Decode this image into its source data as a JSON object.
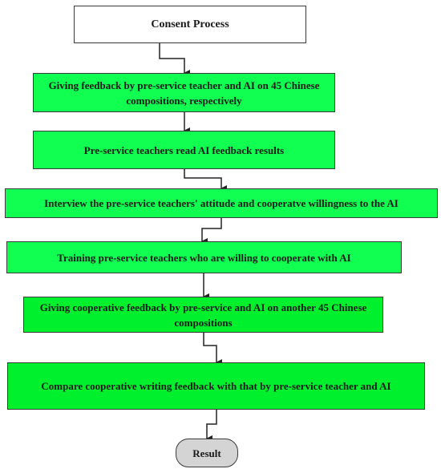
{
  "flowchart": {
    "start": "Consent Process",
    "steps": [
      "Giving feedback by pre-service teacher and AI on 45 Chinese compositions, respectively",
      "Pre-service teachers read AI feedback results",
      "Interview the pre-service teachers' attitude and cooperatve willingness to the AI",
      "Training pre-service teachers who are willing to cooperate with AI",
      "Giving cooperative feedback by pre-service and AI on another 45 Chinese compositions",
      "Compare cooperative writing feedback with that by pre-service teacher and AI"
    ],
    "end": "Result"
  },
  "colors": {
    "box_fill_bright": "#10ff50",
    "box_fill_medium": "#00f02e",
    "start_fill": "#ffffff",
    "end_fill": "#d4d4d4",
    "border": "#3a3a3a",
    "arrow": "#222222"
  }
}
